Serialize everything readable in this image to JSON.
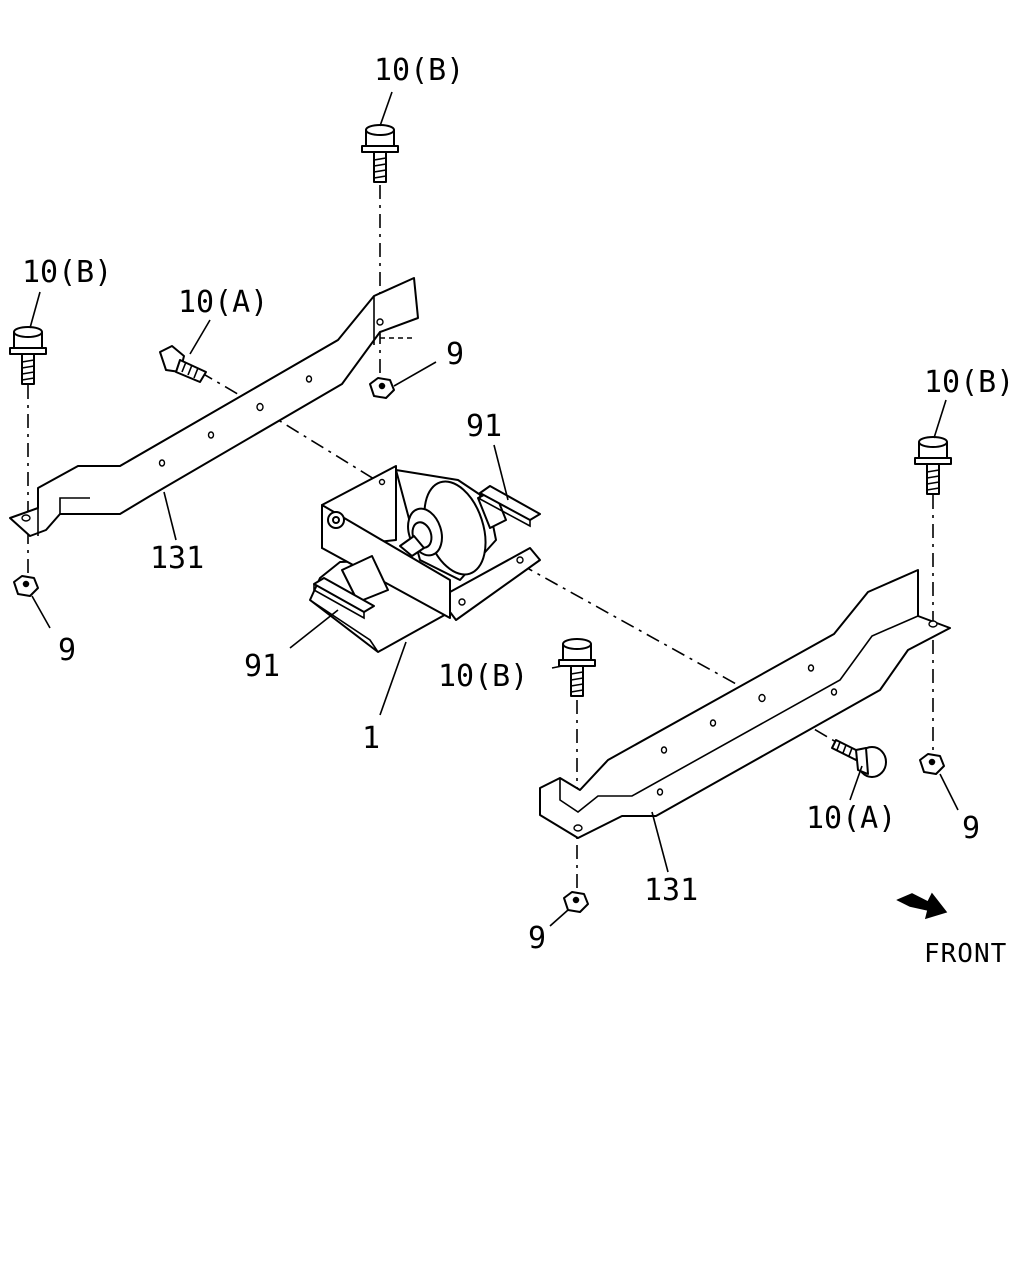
{
  "callouts": {
    "bolt_b_top": "10(B)",
    "bolt_b_left": "10(B)",
    "bolt_a_left": "10(A)",
    "nut_top": "9",
    "bolt_b_right": "10(B)",
    "shim_right": "91",
    "bracket_left": "131",
    "nut_left": "9",
    "shim_left": "91",
    "bolt_b_center": "10(B)",
    "mount": "1",
    "bolt_a_right": "10(A)",
    "nut_right": "9",
    "bracket_right": "131",
    "nut_bottom": "9"
  },
  "direction": {
    "label": "FRONT",
    "icon": "arrow-icon"
  }
}
